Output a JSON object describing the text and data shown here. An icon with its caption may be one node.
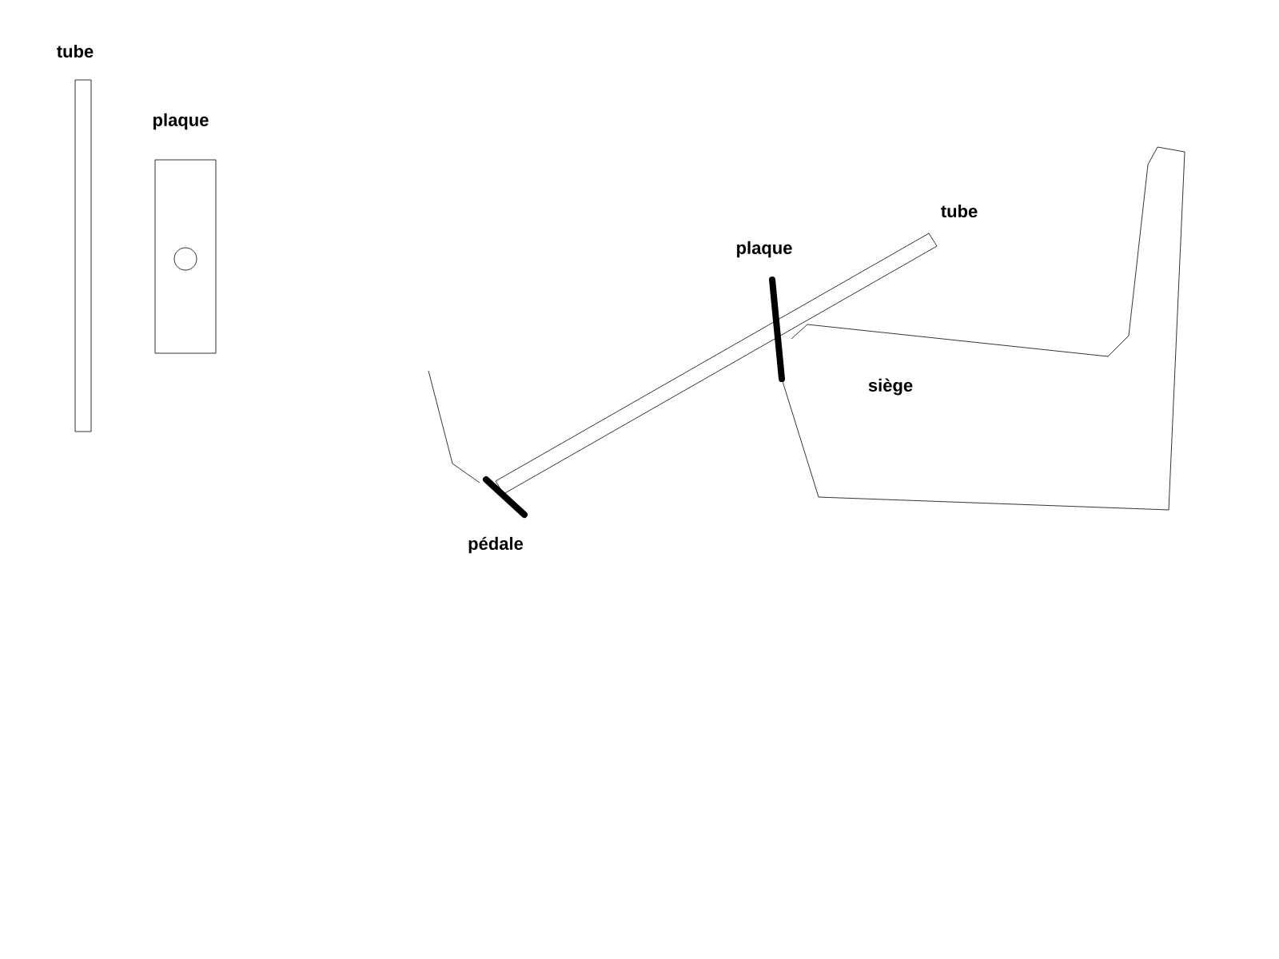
{
  "diagram": {
    "nodes": [
      {
        "text": [
          "tube"
        ]
      },
      {
        "text": [
          "plaque"
        ]
      }
    ],
    "labels": [
      "tube",
      "plaque",
      "siège",
      "pédale"
    ]
  }
}
